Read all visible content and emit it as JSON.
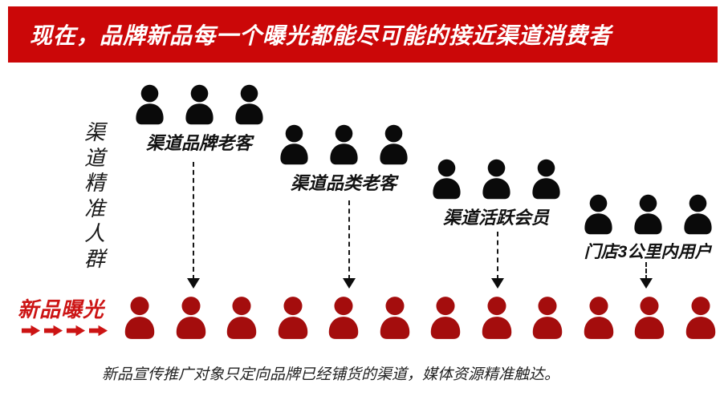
{
  "banner": {
    "text": "现在，品牌新品每一个曝光都能尽可能的接近渠道消费者"
  },
  "left_axis": {
    "vertical_label": "渠道精准人群",
    "exposure_label": "新品曝光",
    "exposure_arrow_count": 4
  },
  "groups": [
    {
      "label": "渠道品牌老客",
      "icon_count": 3
    },
    {
      "label": "渠道品类老客",
      "icon_count": 3
    },
    {
      "label": "渠道活跃会员",
      "icon_count": 3
    },
    {
      "label": "门店3公里内用户",
      "icon_count": 3
    }
  ],
  "exposure_row": {
    "icon_count": 12
  },
  "caption": {
    "text": "新品宣传推广对象只定向品牌已经铺货的渠道，媒体资源精准触达。"
  },
  "colors": {
    "banner_red": "#cb0708",
    "text_red": "#cc1414",
    "icon_red": "#a40d0d",
    "icon_black": "#0a0a0a"
  }
}
